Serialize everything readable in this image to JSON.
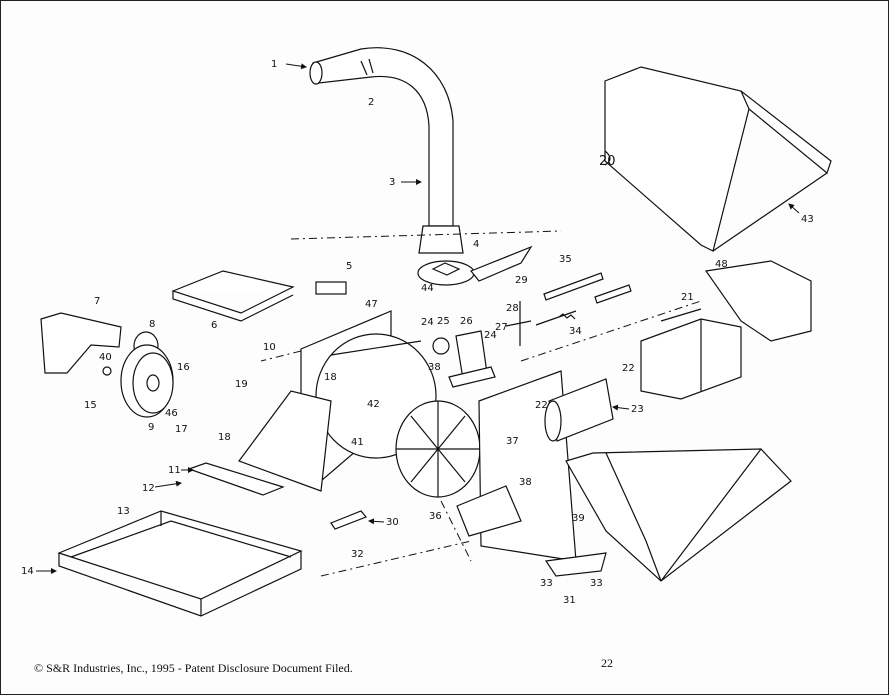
{
  "diagram": {
    "title": "Exploded parts view",
    "labels": {
      "l1": "1",
      "l2": "2",
      "l3": "3",
      "l4": "4",
      "l5": "5",
      "l6": "6",
      "l7": "7",
      "l8": "8",
      "l9": "9",
      "l10": "10",
      "l11": "11",
      "l12": "12",
      "l13": "13",
      "l14": "14",
      "l15": "15",
      "l16": "16",
      "l17": "17",
      "l18": "18",
      "l18b": "18",
      "l19": "19",
      "l20": "20",
      "l21": "21",
      "l22": "22",
      "l22b": "22",
      "l23": "23",
      "l24": "24",
      "l24b": "24",
      "l25": "25",
      "l26": "26",
      "l27": "27",
      "l28": "28",
      "l29": "29",
      "l30": "30",
      "l31": "31",
      "l32": "32",
      "l33": "33",
      "l33b": "33",
      "l34": "34",
      "l35": "35",
      "l36": "36",
      "l37": "37",
      "l38": "38",
      "l38b": "38",
      "l39": "39",
      "l40": "40",
      "l41": "41",
      "l42": "42",
      "l43": "43",
      "l44": "44",
      "l46": "46",
      "l47": "47",
      "l48": "48"
    }
  },
  "footer": {
    "copyright": "© S&R Industries, Inc., 1995 - Patent Disclosure Document Filed.",
    "page_number": "22"
  }
}
